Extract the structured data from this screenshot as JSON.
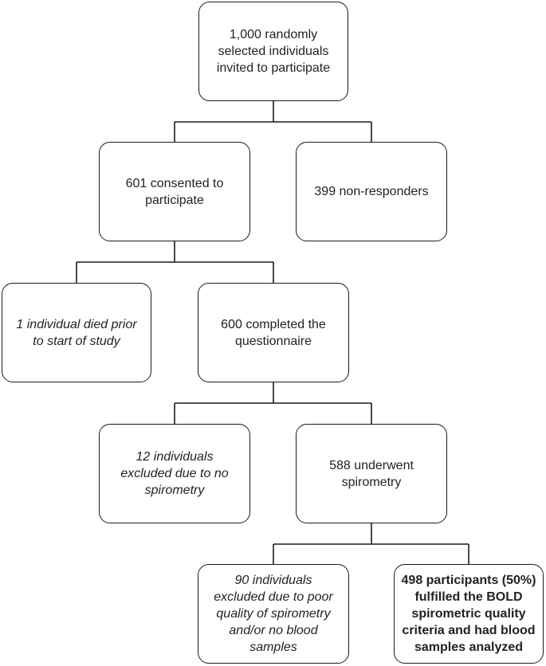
{
  "flowchart": {
    "invited": "1,000 randomly selected individuals invited to participate",
    "consented": "601 consented to participate",
    "non_responders": "399 non-responders",
    "died": "1 individual died prior to start of study",
    "questionnaire": "600 completed the questionnaire",
    "no_spirometry": "12 individuals excluded due to no spirometry",
    "underwent_spirometry": "588 underwent spirometry",
    "poor_quality": "90 individuals excluded due to poor quality of spirometry and/or no blood samples",
    "final_participants": "498 participants (50%) fulfilled the BOLD spirometric quality criteria and had blood samples analyzed"
  },
  "colors": {
    "line": "#1a1a1a",
    "box_border": "#1a1a1a",
    "text": "#222222",
    "background": "#ffffff"
  }
}
